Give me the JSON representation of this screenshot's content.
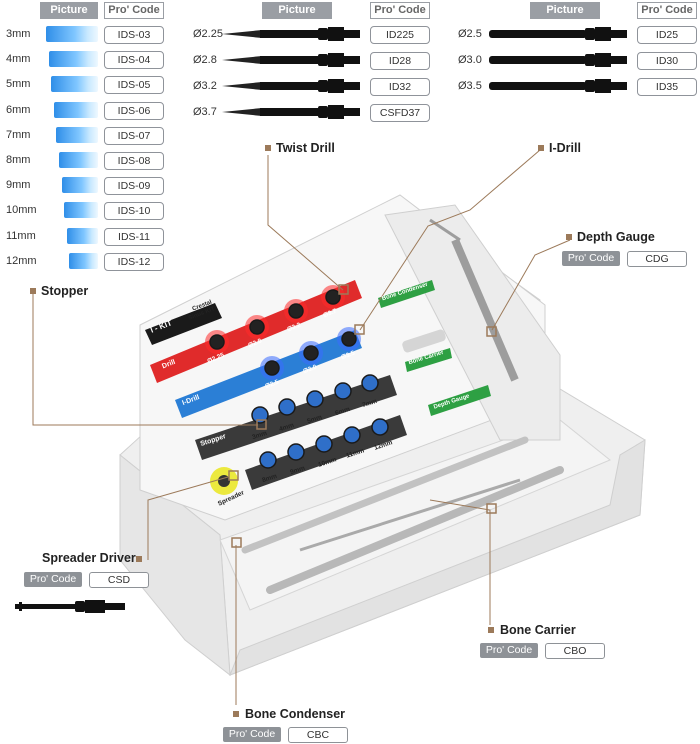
{
  "headers": {
    "picture": "Picture",
    "pro_code": "Pro' Code"
  },
  "stoppers": [
    {
      "size": "3mm",
      "code": "IDS-03"
    },
    {
      "size": "4mm",
      "code": "IDS-04"
    },
    {
      "size": "5mm",
      "code": "IDS-05"
    },
    {
      "size": "6mm",
      "code": "IDS-06"
    },
    {
      "size": "7mm",
      "code": "IDS-07"
    },
    {
      "size": "8mm",
      "code": "IDS-08"
    },
    {
      "size": "9mm",
      "code": "IDS-09"
    },
    {
      "size": "10mm",
      "code": "IDS-10"
    },
    {
      "size": "11mm",
      "code": "IDS-11"
    },
    {
      "size": "12mm",
      "code": "IDS-12"
    }
  ],
  "twist_drills": [
    {
      "diameter": "Ø2.25",
      "code": "ID225"
    },
    {
      "diameter": "Ø2.8",
      "code": "ID28"
    },
    {
      "diameter": "Ø3.2",
      "code": "ID32"
    },
    {
      "diameter": "Ø3.7",
      "code": "CSFD37"
    }
  ],
  "i_drills": [
    {
      "diameter": "Ø2.5",
      "code": "ID25"
    },
    {
      "diameter": "Ø3.0",
      "code": "ID30"
    },
    {
      "diameter": "Ø3.5",
      "code": "ID35"
    }
  ],
  "callouts": {
    "twist_drill": "Twist Drill",
    "i_drill": "I-Drill",
    "depth_gauge": "Depth Gauge",
    "stopper": "Stopper",
    "spreader_driver": "Spreader Driver",
    "bone_carrier": "Bone Carrier",
    "bone_condenser": "Bone Condenser"
  },
  "product_codes": {
    "label": "Pro' Code",
    "depth_gauge": "CDG",
    "spreader_driver": "CSD",
    "bone_carrier": "CBO",
    "bone_condenser": "CBC"
  },
  "kit": {
    "name": "I - KIT",
    "subtitle_line1": "Crestal",
    "subtitle_line2": "Sinus KIT",
    "drill_label": "Drill",
    "idrill_label": "I-Drill",
    "stopper_label": "Stopper",
    "spreader_label": "Spreader",
    "bone_condenser_label": "Bone Condenser",
    "bone_carrier_label": "Bone Carrier",
    "depth_gauge_label": "Depth Gauge",
    "drill_ticks": [
      "Ø2.25",
      "Ø2.8",
      "Ø3.2",
      "Ø3.7"
    ],
    "idrill_ticks": [
      "Ø2.5",
      "Ø3.0",
      "Ø3.5"
    ],
    "stopper_ticks_top": [
      "3mm",
      "4mm",
      "5mm",
      "6mm",
      "7mm"
    ],
    "stopper_ticks_bottom": [
      "8mm",
      "9mm",
      "10mm",
      "11mm",
      "12mm"
    ]
  },
  "colors": {
    "header_gray": "#9a9ea4",
    "drill_red": "#e02b2b",
    "idrill_blue": "#2b7fd6",
    "green": "#2ea043",
    "callout_square": "#9c7a5a"
  }
}
